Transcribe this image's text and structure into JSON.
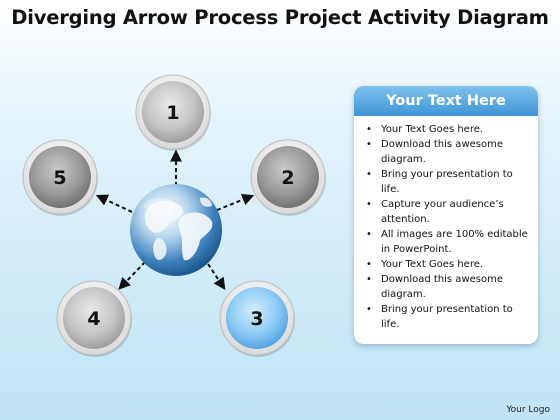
{
  "title": "Diverging Arrow Process Project Activity Diagram",
  "nodes": [
    {
      "label": "1",
      "style": "gray-light"
    },
    {
      "label": "2",
      "style": "gray-dark"
    },
    {
      "label": "3",
      "style": "blue"
    },
    {
      "label": "4",
      "style": "gray-light"
    },
    {
      "label": "5",
      "style": "gray-dark"
    }
  ],
  "center": {
    "icon": "globe-icon"
  },
  "panel": {
    "header": "Your Text Here",
    "items": [
      "Your Text Goes here.",
      "Download this awesome diagram.",
      "Bring your presentation to life.",
      "Capture your audience’s attention.",
      "All images are 100% editable in PowerPoint.",
      "Your Text Goes here.",
      "Download this awesome diagram.",
      "Bring your presentation to life."
    ]
  },
  "logo": "Your Logo",
  "colors": {
    "header_blue": "#3f95d6",
    "node_blue": "#8ccaf5",
    "node_gray": "#9a9a9a",
    "globe_blue": "#1a5d9c"
  }
}
